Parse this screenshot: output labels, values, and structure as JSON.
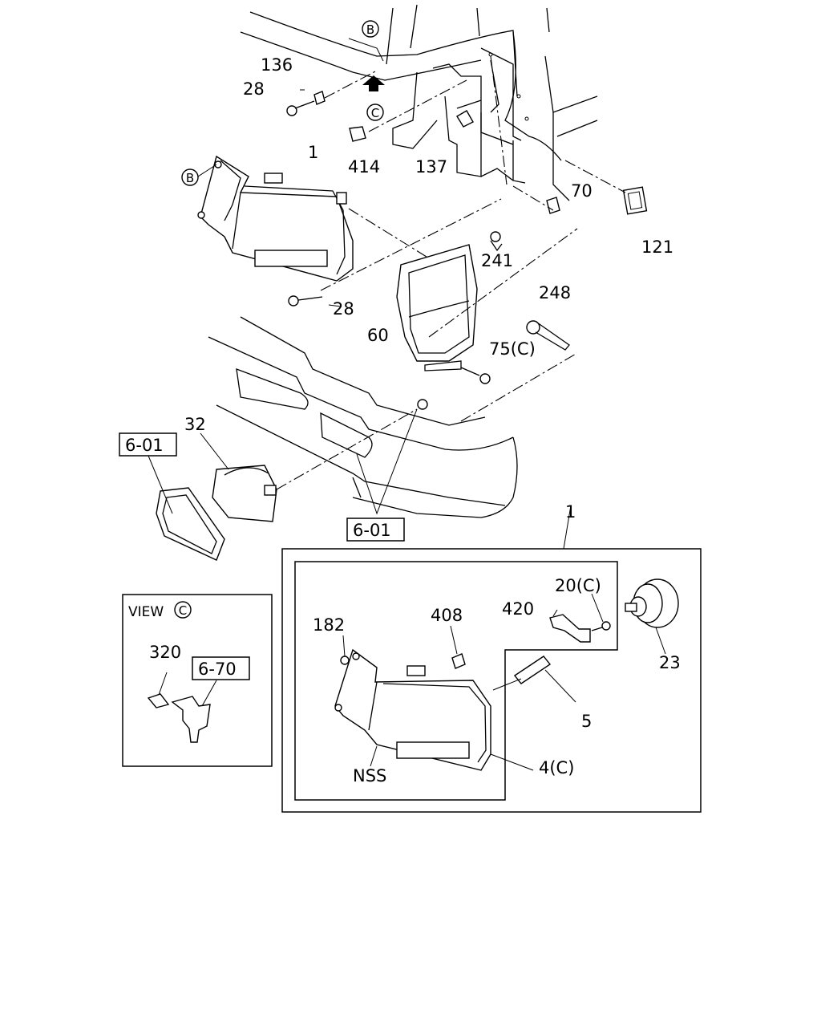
{
  "callouts": {
    "c136": "136",
    "c28_top": "28",
    "c414": "414",
    "c137": "137",
    "c1_top": "1",
    "c70": "70",
    "c121": "121",
    "c241": "241",
    "c28_mid": "28",
    "c60": "60",
    "c248": "248",
    "c75": "75(C)",
    "c32": "32",
    "c1_kit": "1",
    "c20": "20(C)",
    "c420": "420",
    "c408": "408",
    "c182": "182",
    "c23": "23",
    "c5": "5",
    "c4": "4(C)",
    "cNSS": "NSS",
    "c320": "320"
  },
  "refs": {
    "ref_601_left": "6-01",
    "ref_601_bottom": "6-01",
    "ref_670": "6-70"
  },
  "markers": {
    "b_top": "B",
    "b_left": "B",
    "c_top": "C",
    "c_view": "C"
  },
  "view_box": {
    "title": "VIEW"
  }
}
